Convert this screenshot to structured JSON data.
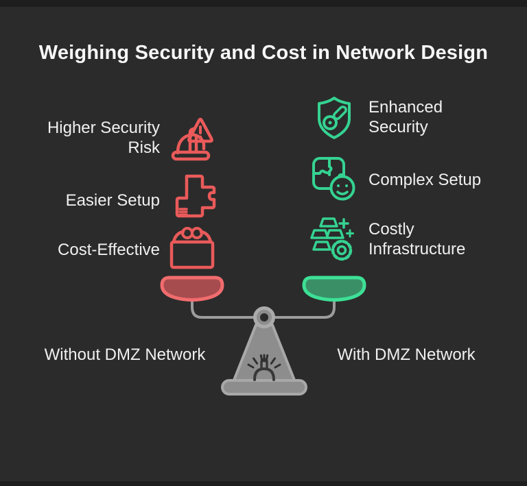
{
  "title": "Weighing Security and Cost in Network Design",
  "left_column": {
    "side_label": "Without DMZ Network",
    "items": [
      {
        "label": "Higher Security Risk",
        "icon": "hard-hat-warning-icon"
      },
      {
        "label": "Easier Setup",
        "icon": "puzzle-pieces-icon"
      },
      {
        "label": "Cost-Effective",
        "icon": "coin-purse-icon"
      }
    ]
  },
  "right_column": {
    "side_label": "With DMZ Network",
    "items": [
      {
        "label": "Enhanced Security",
        "icon": "shield-key-icon"
      },
      {
        "label": "Complex Setup",
        "icon": "puzzle-smiley-icon"
      },
      {
        "label": "Costly Infrastructure",
        "icon": "gold-bars-coin-icon"
      }
    ]
  },
  "scale": {
    "left_pan_color_fill": "#a74c4e",
    "left_pan_color_stroke": "#f16c6e",
    "right_pan_color_fill": "#3a8f67",
    "right_pan_color_stroke": "#3de096"
  },
  "colors": {
    "background": "#2b2b2b",
    "edge_strip": "#1e1e1e",
    "red_accent": "#ea5a5a",
    "green_accent": "#35d392",
    "scale_gray": "#8d8d8d",
    "text": "#f0f0f0"
  }
}
